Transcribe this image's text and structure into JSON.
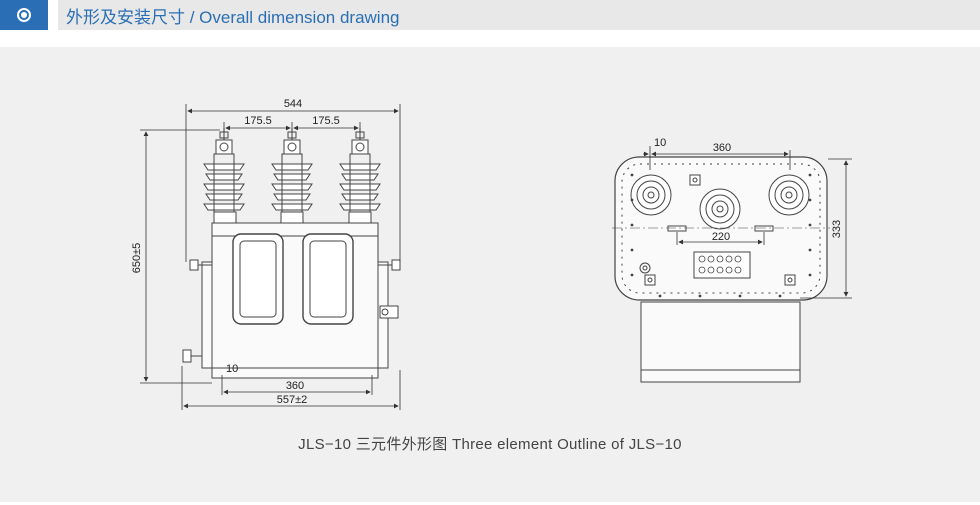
{
  "header": {
    "title": "外形及安装尺寸 / Overall dimension drawing",
    "icon": "bullseye-icon",
    "accent_color": "#2a6fb5"
  },
  "front_view": {
    "dim_overall_width": "544",
    "dim_spacing_left": "175.5",
    "dim_spacing_right": "175.5",
    "dim_height": "650±5",
    "dim_offset": "10",
    "dim_mount": "360",
    "dim_base": "557±2"
  },
  "top_view": {
    "dim_offset": "10",
    "dim_mount_width": "360",
    "dim_spacing": "220",
    "dim_depth": "333"
  },
  "caption": "JLS−10 三元件外形图 Three element Outline of JLS−10"
}
